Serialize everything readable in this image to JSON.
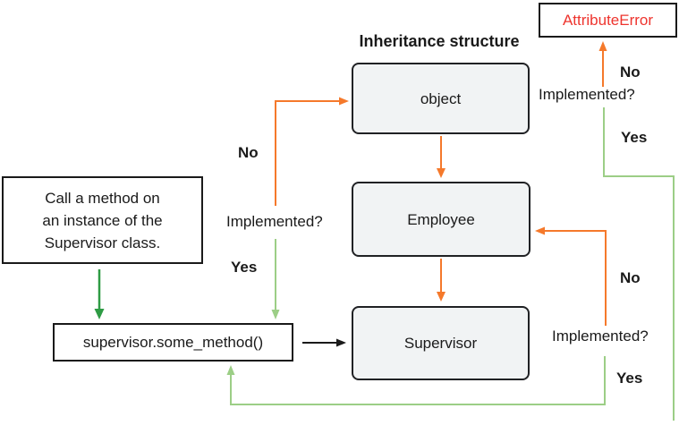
{
  "title": "Inheritance structure",
  "colors": {
    "orange": "#F5792B",
    "light_green": "#9CCE86",
    "dark_green": "#2E9B44",
    "arrow_black": "#1A1A1A",
    "error_red": "#EE342E",
    "class_box_fill": "#F1F3F4"
  },
  "boxes": {
    "call": {
      "lines": [
        "Call a method on",
        "an instance of the",
        "Supervisor class."
      ]
    },
    "method_call": {
      "label": "supervisor.some_method()"
    },
    "attribute_error": {
      "label": "AttributeError"
    },
    "classes": {
      "object": "object",
      "employee": "Employee",
      "supervisor": "Supervisor"
    }
  },
  "decisions": {
    "object_level": {
      "no": "No",
      "question": "Implemented?",
      "yes": "Yes"
    },
    "employee_level": {
      "no": "No",
      "question": "Implemented?",
      "yes": "Yes"
    },
    "supervisor_level": {
      "no": "No",
      "question": "Implemented?",
      "yes": "Yes"
    }
  }
}
